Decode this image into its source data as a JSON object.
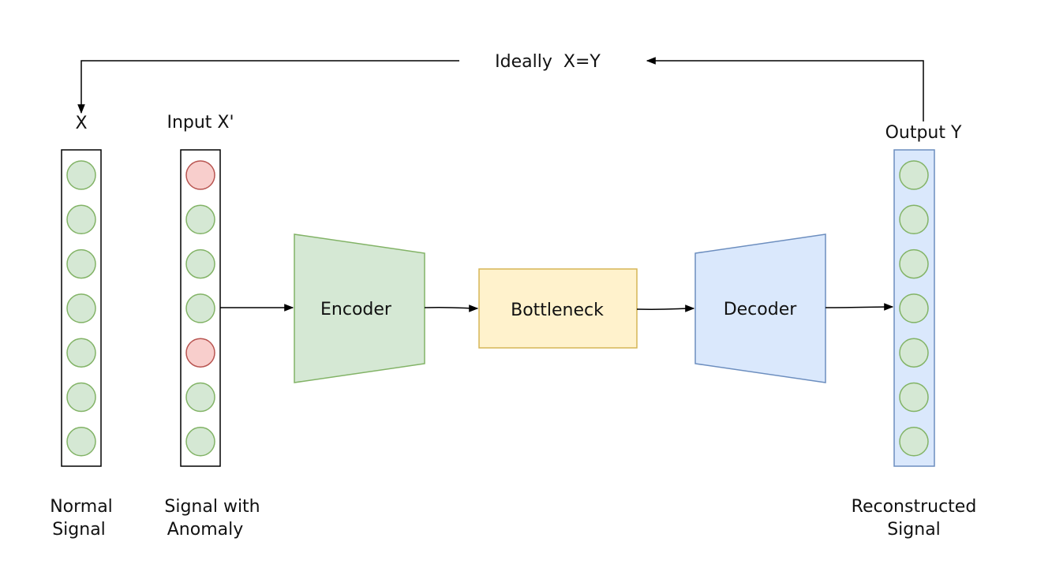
{
  "feedback": {
    "label": "Ideally  X=Y"
  },
  "columns": {
    "normal": {
      "top_label": "X",
      "caption_line1": "Normal",
      "caption_line2": "Signal",
      "node_states": [
        "normal",
        "normal",
        "normal",
        "normal",
        "normal",
        "normal",
        "normal"
      ]
    },
    "input": {
      "top_label": "Input X'",
      "caption_line1": "Signal with",
      "caption_line2": "Anomaly",
      "node_states": [
        "anomaly",
        "normal",
        "normal",
        "normal",
        "anomaly",
        "normal",
        "normal"
      ]
    },
    "output": {
      "top_label": "Output Y",
      "caption_line1": "Reconstructed",
      "caption_line2": "Signal",
      "node_states": [
        "normal",
        "normal",
        "normal",
        "normal",
        "normal",
        "normal",
        "normal"
      ]
    }
  },
  "blocks": {
    "encoder": "Encoder",
    "bottleneck": "Bottleneck",
    "decoder": "Decoder"
  },
  "colors": {
    "node_normal_fill": "#d5e8d4",
    "node_normal_stroke": "#82b366",
    "node_anomaly_fill": "#f8cecc",
    "node_anomaly_stroke": "#b85450",
    "encoder_fill": "#d5e8d4",
    "encoder_stroke": "#82b366",
    "bottleneck_fill": "#fff2cc",
    "bottleneck_stroke": "#d6b656",
    "decoder_fill": "#dae8fc",
    "decoder_stroke": "#6c8ebf",
    "output_column_fill": "#dae8fc",
    "output_column_stroke": "#6c8ebf",
    "line": "#000000"
  }
}
